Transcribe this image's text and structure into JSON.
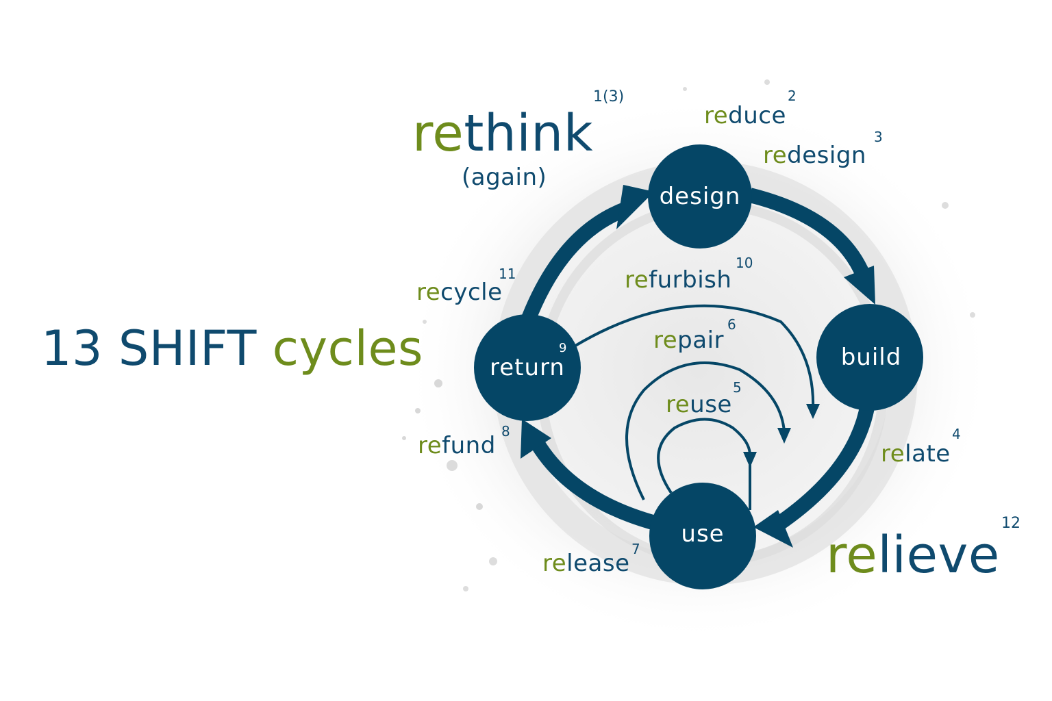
{
  "title": {
    "part1": "13 SHIFT ",
    "part2": "cycles"
  },
  "colors": {
    "dark_blue": "#0f4a6e",
    "node_blue": "#054666",
    "green": "#6e8c1c",
    "splash_gray": "#e6e6e6"
  },
  "nodes": {
    "design": "design",
    "build": "build",
    "use": "use",
    "return": "return"
  },
  "return_sup": "9",
  "cycles": {
    "rethink": {
      "prefix": "re",
      "rest": "think",
      "sup": "1(3)",
      "note": "(again)"
    },
    "reduce": {
      "prefix": "re",
      "rest": "duce",
      "sup": "2"
    },
    "redesign": {
      "prefix": "re",
      "rest": "design",
      "sup": "3"
    },
    "relate": {
      "prefix": "re",
      "rest": "late",
      "sup": "4"
    },
    "reuse": {
      "prefix": "re",
      "rest": "use",
      "sup": "5"
    },
    "repair": {
      "prefix": "re",
      "rest": "pair",
      "sup": "6"
    },
    "release": {
      "prefix": "re",
      "rest": "lease",
      "sup": "7"
    },
    "refund": {
      "prefix": "re",
      "rest": "fund",
      "sup": "8"
    },
    "refurbish": {
      "prefix": "re",
      "rest": "furbish",
      "sup": "10"
    },
    "recycle": {
      "prefix": "re",
      "rest": "cycle",
      "sup": "11"
    },
    "relieve": {
      "prefix": "re",
      "rest": "lieve",
      "sup": "12"
    }
  }
}
